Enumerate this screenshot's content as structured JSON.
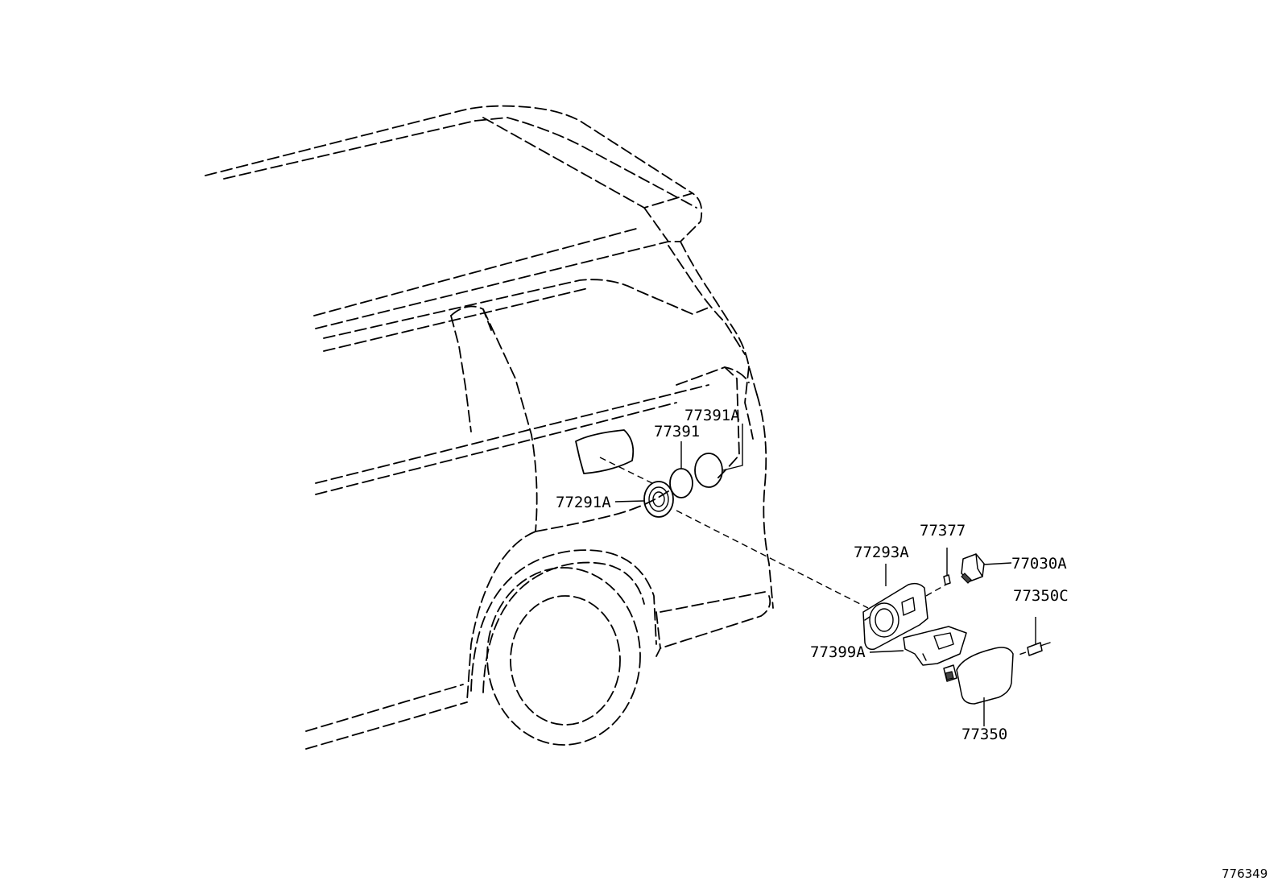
{
  "diagram": {
    "figure_id": "776349",
    "labels": {
      "p77391A": "77391A",
      "p77391": "77391",
      "p77291A": "77291A",
      "p77377": "77377",
      "p77293A": "77293A",
      "p77030A": "77030A",
      "p77350C": "77350C",
      "p77399A": "77399A",
      "p77350": "77350"
    }
  }
}
